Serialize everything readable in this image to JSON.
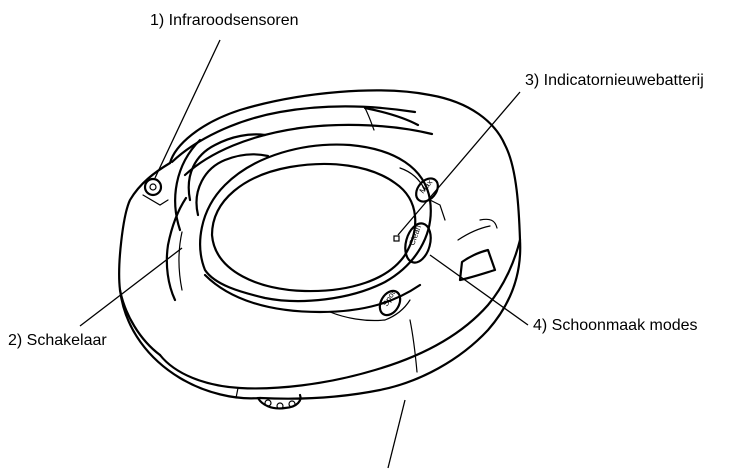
{
  "callouts": [
    {
      "label": "1) Infraroodsensoren"
    },
    {
      "label": "3) Indicatornieuwebatterij"
    },
    {
      "label": "2) Schakelaar"
    },
    {
      "label": "4) Schoonmaak modes"
    }
  ],
  "device_buttons": {
    "clean": "Clean",
    "spot": "Spot",
    "max": "Max"
  }
}
